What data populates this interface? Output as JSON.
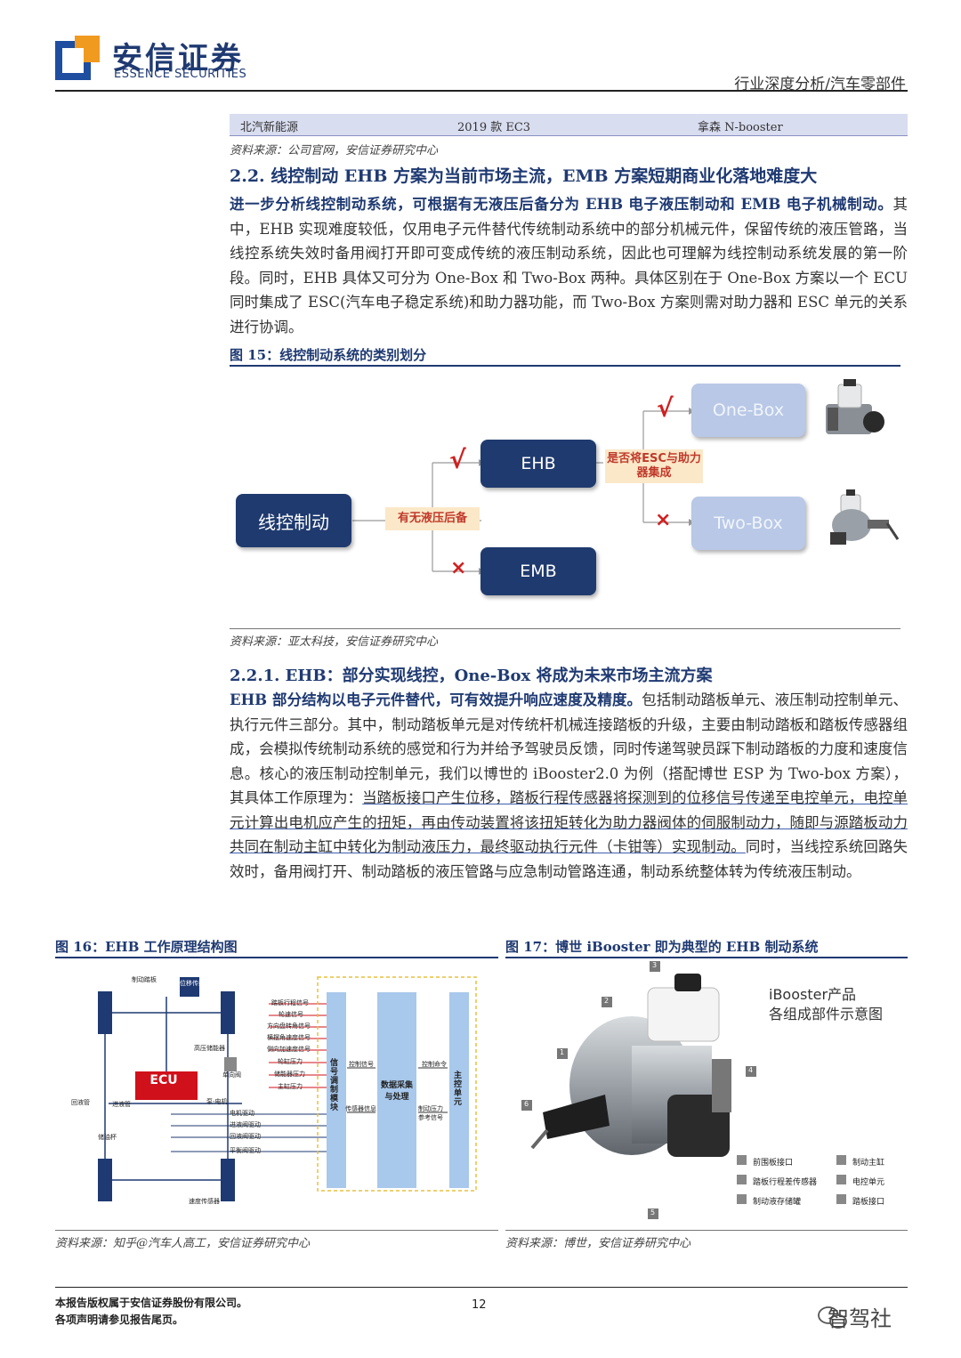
{
  "header": {
    "logo_cn": "安信证券",
    "logo_en": "ESSENCE SECURITIES",
    "category": "行业深度分析/汽车零部件"
  },
  "table_row": [
    "北汽新能源",
    "2019 款 EC3",
    "拿森 N-booster"
  ],
  "source_top": "资料来源：公司官网，安信证券研究中心",
  "section_22": {
    "title": "2.2. 线控制动 EHB 方案为当前市场主流，EMB 方案短期商业化落地难度大",
    "bold": "进一步分析线控制动系统，可根据有无液压后备分为 EHB 电子液压制动和 EMB 电子机械制动。",
    "text": "其中，EHB 实现难度较低，仅用电子元件替代传统制动系统中的部分机械元件，保留传统的液压管路，当线控系统失效时备用阀打开即可变成传统的液压制动系统，因此也可理解为线控制动系统发展的第一阶段。同时，EHB 具体又可分为 One-Box 和 Two-Box 两种。具体区别在于 One-Box 方案以一个 ECU 同时集成了 ESC(汽车电子稳定系统)和助力器功能，而 Two-Box 方案则需对助力器和 ESC 单元的关系进行协调。"
  },
  "fig15": {
    "title": "图 15：线控制动系统的类别划分",
    "root": "线控制动",
    "tag1": "有无液压后备",
    "ehb": "EHB",
    "emb": "EMB",
    "tag2": "是否将ESC与助力器集成",
    "onebox": "One-Box",
    "twobox": "Two-Box",
    "check": "√",
    "cross": "×",
    "source": "资料来源：亚太科技，安信证券研究中心"
  },
  "section_221": {
    "title": "2.2.1. EHB：部分实现线控，One-Box 将成为未来市场主流方案",
    "bold": "EHB 部分结构以电子元件替代，可有效提升响应速度及精度。",
    "text1": "包括制动踏板单元、液压制动控制单元、执行元件三部分。其中，制动踏板单元是对传统杆机械连接踏板的升级，主要由制动踏板和踏板传感器组成，会模拟传统制动系统的感觉和行为并给予驾驶员反馈，同时传递驾驶员踩下制动踏板的力度和速度信息。核心的液压制动控制单元，我们以博世的 iBooster2.0 为例（搭配博世 ESP 为 Two-box 方案），其具体工作原理为：",
    "underlined": "当踏板接口产生位移，踏板行程传感器将探测到的位移信号传递至电控单元，电控单元计算出电机应产生的扭矩，再由传动装置将该扭矩转化为助力器阀体的伺服制动力，随即与源踏板动力共同在制动主缸中转化为制动液压力，最终驱动执行元件（卡钳等）实现制动。",
    "text2": "同时，当线控系统回路失效时，备用阀打开、制动踏板的液压管路与应急制动管路连通，制动系统整体转为传统液压制动。"
  },
  "fig16": {
    "title": "图 16：EHB 工作原理结构图",
    "source": "资料来源：知乎@汽车人高工，安信证券研究中心",
    "ecu": "ECU",
    "labels": [
      "制动踏板",
      "位移传感器",
      "高压储能器",
      "单向阀",
      "泵-电机",
      "回液管",
      "进液管",
      "储油杯",
      "速度传感器"
    ],
    "signals": [
      "踏板行程信号",
      "轮速信号",
      "方向盘转角信号",
      "横摆角速度信号",
      "侧向加速度信号",
      "轮缸压力",
      "储能器压力",
      "主缸压力"
    ],
    "drives": [
      "电机驱动",
      "进液阀驱动",
      "回液阀驱动",
      "平衡阀驱动"
    ],
    "module1": "信号调制模块",
    "module2": "数据采集与处理",
    "module3": "主控单元",
    "ctrl_signal": "控制信号",
    "sensor_info": "传感器信息",
    "ctrl_cmd": "控制命令",
    "brake_signal": "制动压力参考信号"
  },
  "fig17": {
    "title": "图 17：博世 iBooster 即为典型的 EHB 制动系统",
    "source": "资料来源：博世，安信证券研究中心",
    "caption1": "iBooster产品",
    "caption2": "各组成部件示意图",
    "legend": [
      "前围板接口",
      "踏板行程差传感器",
      "制动液存储罐",
      "制动主缸",
      "电控单元",
      "踏板接口"
    ],
    "callouts": [
      "1",
      "2",
      "3",
      "4",
      "5",
      "6"
    ]
  },
  "footer": {
    "line1": "本报告版权属于安信证券股份有限公司。",
    "line2": "各项声明请参见报告尾页。",
    "page": "12",
    "watermark": "智驾社"
  }
}
